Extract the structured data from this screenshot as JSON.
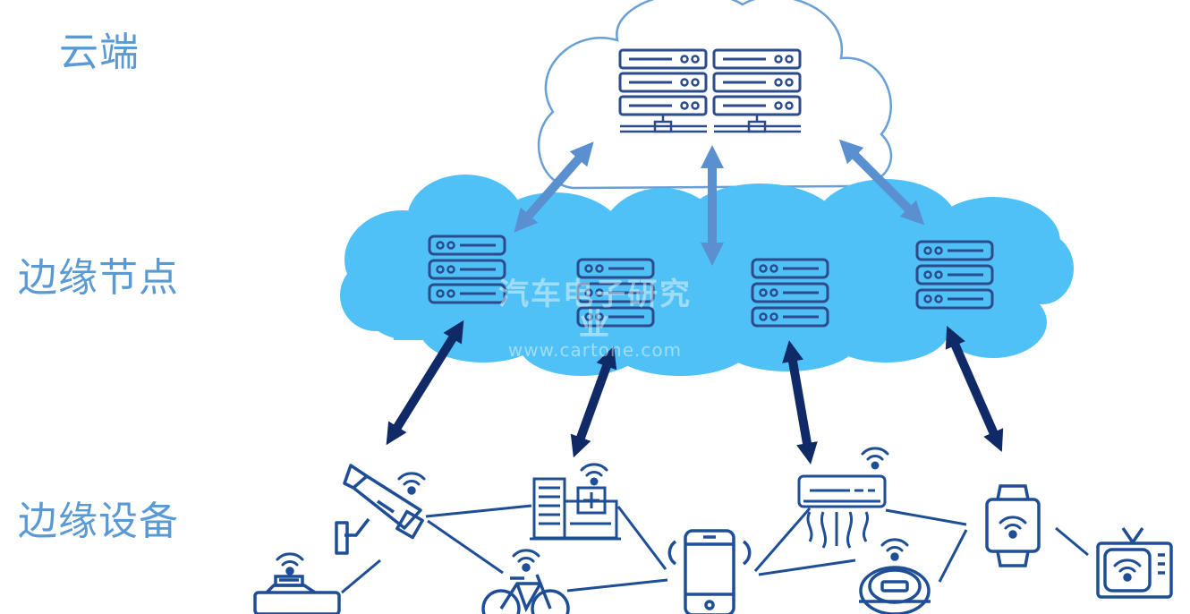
{
  "labels": {
    "cloud": "云端",
    "edge_node": "边缘节点",
    "edge_device": "边缘设备"
  },
  "watermark": {
    "title": "汽车电子研究业",
    "url": "www.cartone.com"
  },
  "colors": {
    "label_text": "#5a9ad4",
    "cloud_outline": "#6a9fd6",
    "edge_cloud_fill": "#4fc1f6",
    "server_stroke": "#2b4b8c",
    "cloud_arrow": "#5a8fd0",
    "edge_arrow": "#0f2a66",
    "device_line": "#1e4e96"
  },
  "icons": {
    "cloud_servers": "server-rack-icon",
    "edge_servers": "server-stack-icon",
    "devices": [
      "surveillance-camera-icon",
      "hospital-building-icon",
      "smartphone-icon",
      "air-conditioner-icon",
      "smartwatch-icon",
      "taxi-icon",
      "bicycle-icon",
      "robot-vacuum-icon",
      "smart-tv-icon",
      "wifi-icon"
    ]
  }
}
